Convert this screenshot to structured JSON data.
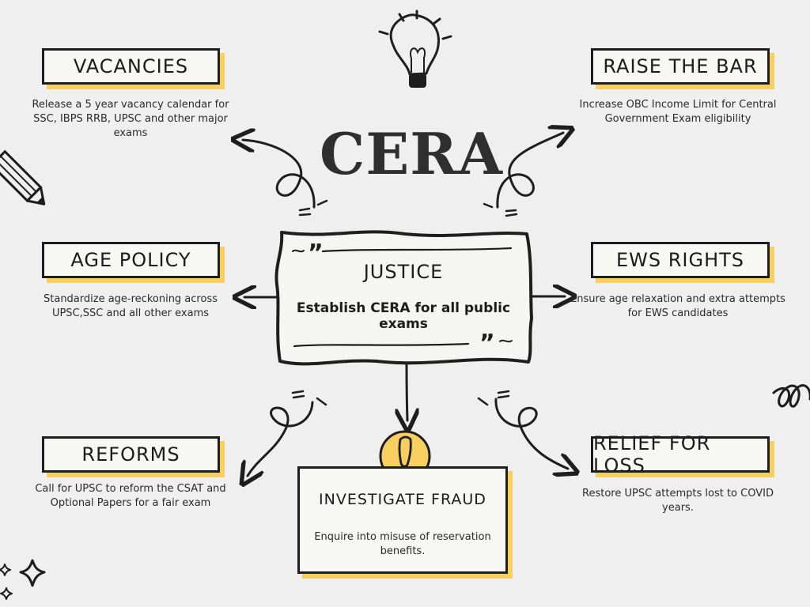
{
  "title": "CERA",
  "center": {
    "title": "JUSTICE",
    "text": "Establish CERA for all public exams"
  },
  "cards": {
    "vacancies": {
      "label": "VACANCIES",
      "text": "Release a 5 year vacancy calendar for SSC, IBPS  RRB, UPSC and other major exams"
    },
    "raise_the_bar": {
      "label": "RAISE THE BAR",
      "text": "Increase OBC Income Limit for Central Government Exam eligibility"
    },
    "age_policy": {
      "label": "AGE POLICY",
      "text": "Standardize age-reckoning across UPSC,SSC and all other exams"
    },
    "ews_rights": {
      "label": "EWS RIGHTS",
      "text": "Ensure age relaxation and extra attempts for EWS candidates"
    },
    "reforms": {
      "label": "REFORMS",
      "text": "Call for UPSC to reform the CSAT and Optional Papers for a fair exam"
    },
    "investigate_fraud": {
      "label": "INVESTIGATE FRAUD",
      "text": "Enquire into misuse of reservation benefits."
    },
    "relief_for_loss": {
      "label": "RELIEF FOR LOSS",
      "text": "Restore UPSC attempts lost to COVID years."
    }
  },
  "colors": {
    "background": "#efefef",
    "ink": "#1e1e1e",
    "accent": "#f7cf5e"
  }
}
